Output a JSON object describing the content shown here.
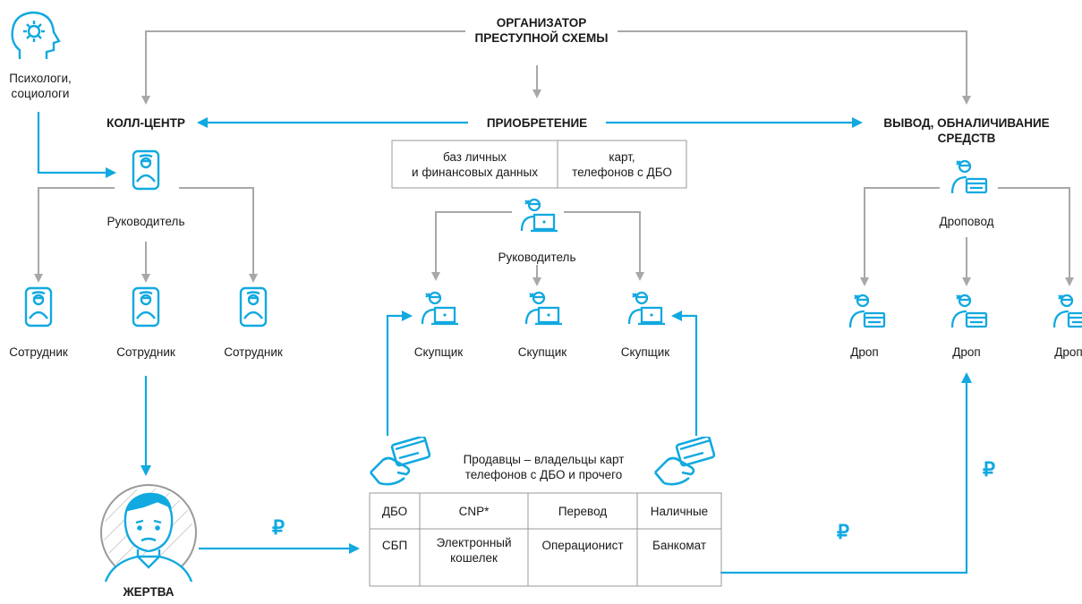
{
  "organizer": "ОРГАНИЗАТОР\nПРЕСТУПНОЙ СХЕМЫ",
  "psychologists": "Психологи,\nсоциологи",
  "call_center": {
    "title": "КОЛЛ-ЦЕНТР",
    "manager": "Руководитель",
    "employees": [
      "Сотрудник",
      "Сотрудник",
      "Сотрудник"
    ]
  },
  "acquisition": {
    "title": "ПРИОБРЕТЕНИЕ",
    "table": [
      "баз личных\nи финансовых данных",
      "карт,\nтелефонов с ДБО"
    ],
    "manager": "Руководитель",
    "buyers": [
      "Скупщик",
      "Скупщик",
      "Скупщик"
    ]
  },
  "withdrawal": {
    "title": "ВЫВОД, ОБНАЛИЧИВАНИЕ\nСРЕДСТВ",
    "manager": "Дроповод",
    "drops": [
      "Дроп",
      "Дроп",
      "Дроп"
    ]
  },
  "sellers": {
    "label": "Продавцы – владельцы карт\nтелефонов с ДБО и прочего",
    "table_rows": [
      [
        "ДБО",
        "CNP*",
        "Перевод",
        "Наличные"
      ],
      [
        "СБП",
        "Электронный\nкошелек",
        "Операционист",
        "Банкомат"
      ]
    ]
  },
  "victim": "ЖЕРТВА",
  "currency_symbol": "₽",
  "colors": {
    "accent": "#11a9e0",
    "line_gray": "#a8a8a8",
    "text": "#1a1a1a"
  },
  "icons": [
    "head-gear-icon",
    "badge-person-icon",
    "laptop-person-icon",
    "card-person-icon",
    "hand-card-icon",
    "victim-portrait-icon"
  ]
}
